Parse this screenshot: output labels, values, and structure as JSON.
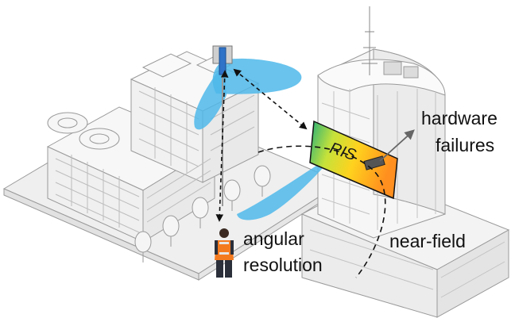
{
  "labels": {
    "ris": "RIS",
    "hardware_failures_line1": "hardware",
    "hardware_failures_line2": "failures",
    "angular_resolution_line1": "angular",
    "angular_resolution_line2": "resolution",
    "near_field": "near-field"
  },
  "colors": {
    "beam": "#4fb8ea",
    "arrow": "#111111",
    "building_line": "#9a9a9a",
    "building_fill": "#f4f4f4",
    "ris_gradient": [
      "#2bb673",
      "#c8e03a",
      "#ffd21e",
      "#ff9a1e"
    ],
    "worker_vest": "#f47a1f"
  },
  "icons": [
    "base-station-antenna",
    "ris-panel",
    "worker-figure",
    "tree"
  ]
}
